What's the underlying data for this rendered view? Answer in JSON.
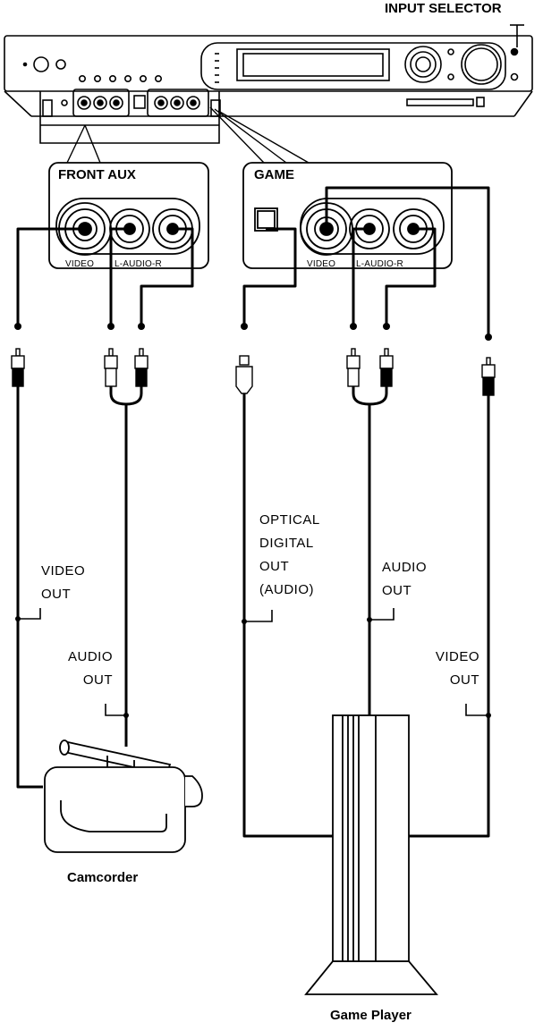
{
  "labels": {
    "input_selector": "INPUT SELECTOR",
    "front_aux": "FRONT AUX",
    "game": "GAME",
    "front_video": "VIDEO",
    "front_audio": "L-AUDIO-R",
    "game_video": "VIDEO",
    "game_audio": "L-AUDIO-R",
    "cam_video_out": [
      "VIDEO",
      "OUT"
    ],
    "cam_audio_out": [
      "AUDIO",
      "OUT"
    ],
    "optical_out": [
      "OPTICAL",
      "DIGITAL",
      "OUT",
      "(AUDIO)"
    ],
    "game_audio_out": [
      "AUDIO",
      "OUT"
    ],
    "game_video_out": [
      "VIDEO",
      "OUT"
    ],
    "camcorder": "Camcorder",
    "game_player": "Game Player"
  }
}
